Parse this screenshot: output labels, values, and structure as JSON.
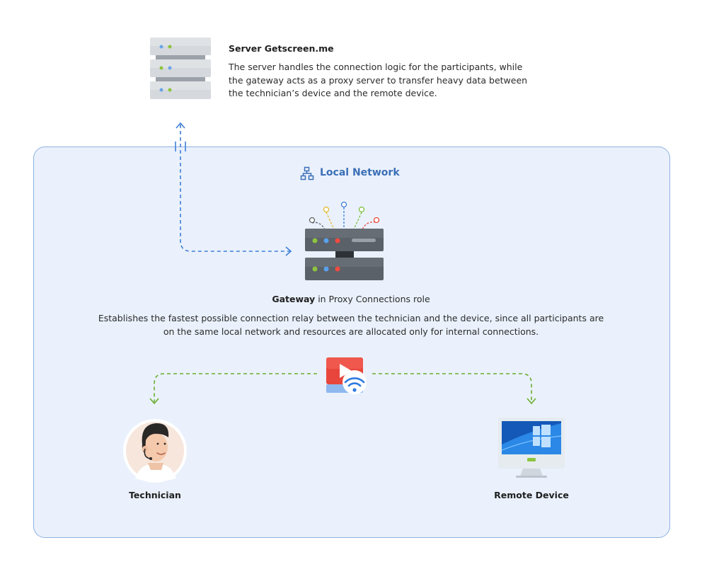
{
  "server": {
    "title": "Server Getscreen.me",
    "description": "The server handles the connection logic for the participants, while the gateway acts as a proxy server to transfer heavy data between the technician’s device and the remote device."
  },
  "local_network": {
    "label": "Local Network",
    "icon": "network-hierarchy-icon"
  },
  "gateway": {
    "title_bold": "Gateway",
    "title_rest": " in Proxy Connections role",
    "description": "Establishes the fastest possible connection relay between the technician and the device, since all participants are on the same local network and resources are allocated only for internal connections."
  },
  "technician": {
    "label": "Technician",
    "icon": "technician-avatar-icon"
  },
  "remote_device": {
    "label": "Remote Device",
    "icon": "monitor-windows-icon"
  },
  "stream": {
    "icon": "video-stream-wifi-icon"
  },
  "colors": {
    "network_bg": "#eaf1fc",
    "network_border": "#8fb1e0",
    "blue_connector": "#3f7fd8",
    "green_connector": "#6aad2e",
    "gateway_body": "#5b6168",
    "server_body": "#c9ccd1",
    "stream_red": "#ef4b3f"
  }
}
